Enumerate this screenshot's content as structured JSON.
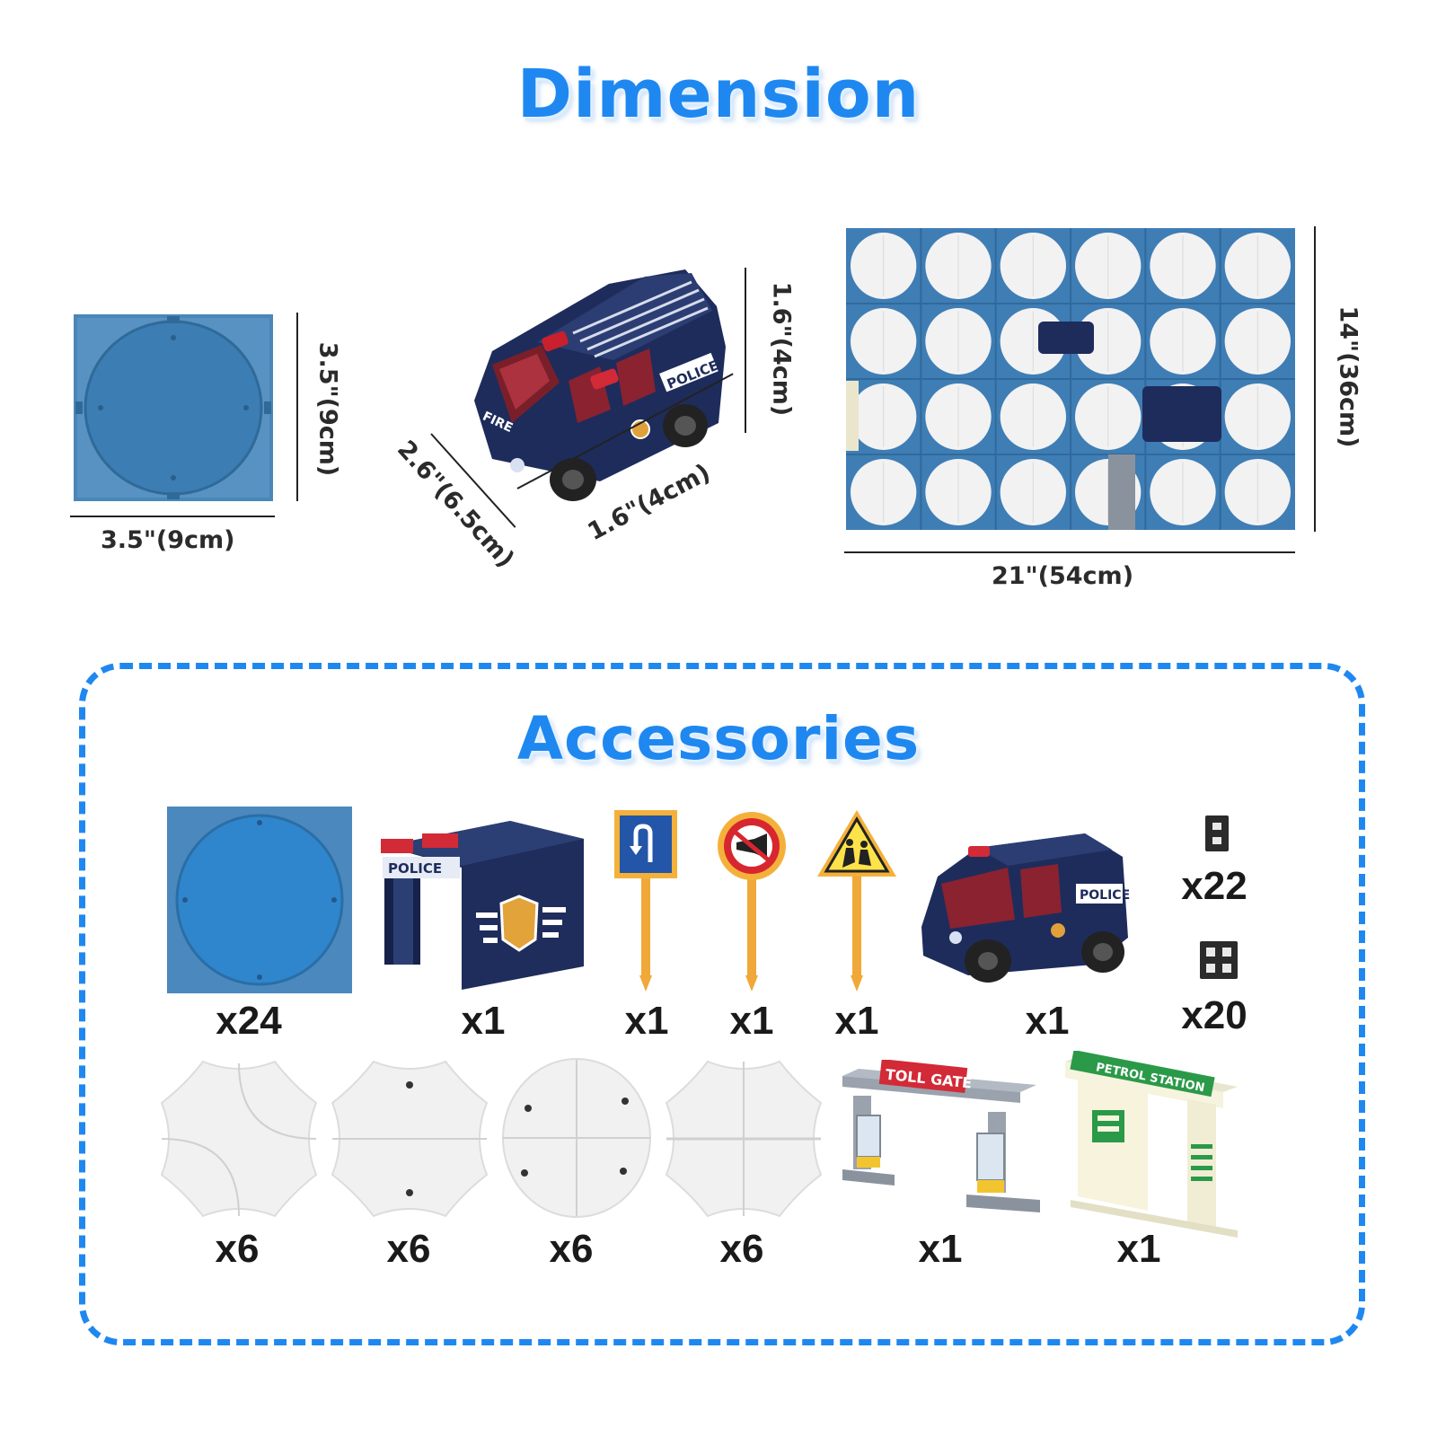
{
  "dimension": {
    "title": "Dimension",
    "tile_width": "3.5\"(9cm)",
    "tile_height": "3.5\"(9cm)",
    "car_height": "1.6\"(4cm)",
    "car_width": "1.6\"(4cm)",
    "car_length": "2.6\"(6.5cm)",
    "board_width": "21\"(54cm)",
    "board_height": "14\"(36cm)",
    "car_label_fire": "FIRE",
    "car_label_police": "POLICE"
  },
  "accessories": {
    "title": "Accessories",
    "items": [
      {
        "name": "track base tile",
        "count": "x24"
      },
      {
        "name": "police station",
        "count": "x1",
        "label": "POLICE"
      },
      {
        "name": "u-turn sign",
        "count": "x1"
      },
      {
        "name": "no horn sign",
        "count": "x1"
      },
      {
        "name": "school crossing sign",
        "count": "x1"
      },
      {
        "name": "police van",
        "count": "x1",
        "label": "POLICE"
      },
      {
        "name": "small connector",
        "count": "x22"
      },
      {
        "name": "large connector",
        "count": "x20"
      },
      {
        "name": "curve track tile",
        "count": "x6"
      },
      {
        "name": "straight track tile",
        "count": "x6"
      },
      {
        "name": "cross track tile",
        "count": "x6"
      },
      {
        "name": "junction track tile",
        "count": "x6"
      },
      {
        "name": "toll gate",
        "count": "x1",
        "label": "TOLL GATE"
      },
      {
        "name": "petrol station",
        "count": "x1",
        "label": "PETROL STATION"
      }
    ]
  },
  "colors": {
    "accent_blue": "#1f88f0",
    "tile_blue": "#3b7fb5",
    "van_navy": "#1d2a5a"
  }
}
